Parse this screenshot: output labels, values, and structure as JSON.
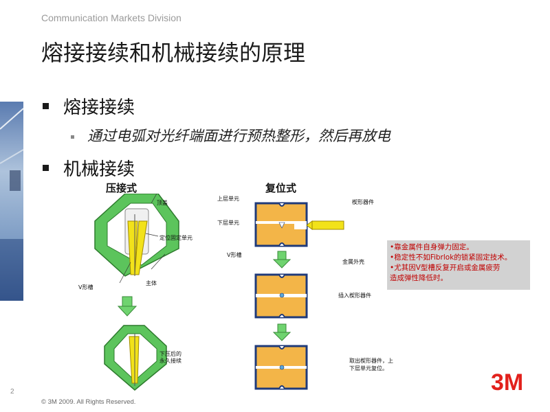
{
  "header": {
    "division": "Communication Markets Division"
  },
  "title": "熔接接续和机械接续的原理",
  "bullets": [
    {
      "text": "熔接接续",
      "sub": [
        "通过电弧对光纤端面进行预热整形，然后再放电"
      ]
    },
    {
      "text": "机械接续"
    }
  ],
  "diagrams": {
    "crimp": {
      "title": "压接式",
      "labels": {
        "cap": "顶盖",
        "fixing_unit": "定位固定单元",
        "v_groove": "V形槽",
        "body": "主体",
        "pressed_line1": "下压后的",
        "pressed_line2": "永久接续"
      }
    },
    "reset": {
      "title": "复位式",
      "labels": {
        "upper_unit": "上层单元",
        "wedge": "楔形器件",
        "lower_unit": "下层单元",
        "v_groove": "V形槽",
        "metal_shell": "金属外壳",
        "insert_wedge": "插入楔形器件",
        "remove_line1": "取出楔形器件，上",
        "remove_line2": "下层单元复位。"
      }
    }
  },
  "note": [
    "•靠金属件自身弹力固定。",
    "•稳定性不如Fibrlok的锁紧固定技术。",
    "•尤其因V型槽反复开启或金属疲劳",
    "造成弹性降低时。"
  ],
  "footer": {
    "page": "2",
    "copyright": "© 3M 2009.  All Rights Reserved.",
    "logo": "3M"
  },
  "colors": {
    "logo_red": "#e2211c",
    "green": "#5cc45c",
    "yellow": "#f2e21a",
    "orange": "#f3b548",
    "navy": "#1f3a7a",
    "note_text": "#c00000"
  }
}
